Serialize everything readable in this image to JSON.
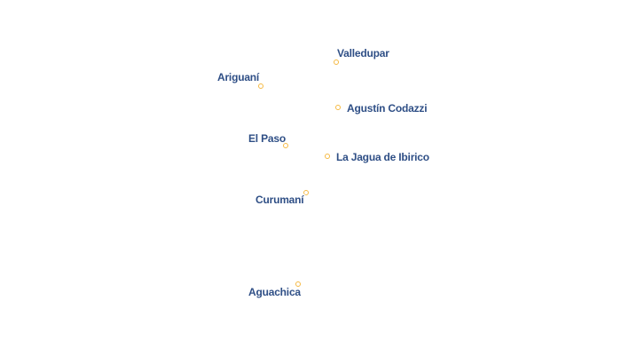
{
  "map": {
    "marker_color": "#f5b942",
    "label_color": "#2f4f86",
    "places": [
      {
        "id": "valledupar",
        "name": "Valledupar"
      },
      {
        "id": "ariguani",
        "name": "Ariguaní"
      },
      {
        "id": "agustin-codazzi",
        "name": "Agustín Codazzi"
      },
      {
        "id": "el-paso",
        "name": "El Paso"
      },
      {
        "id": "la-jagua-de-ibirico",
        "name": "La Jagua de Ibirico"
      },
      {
        "id": "curumani",
        "name": "Curumaní"
      },
      {
        "id": "aguachica",
        "name": "Aguachica"
      }
    ]
  }
}
